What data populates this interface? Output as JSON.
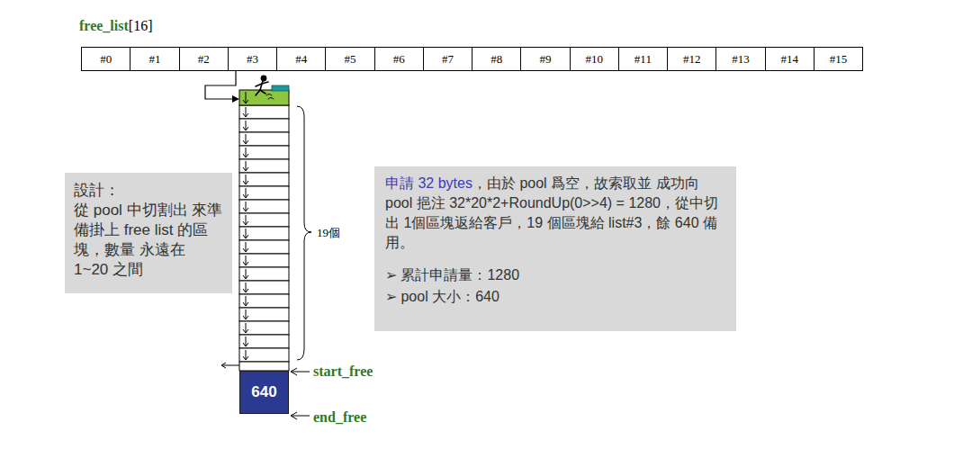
{
  "diagram": {
    "nodes": [
      {
        "text": [
          "#0"
        ]
      },
      {
        "text": [
          "#1"
        ]
      },
      {
        "text": [
          "#2"
        ]
      },
      {
        "text": [
          "#3"
        ]
      },
      {
        "text": [
          "#4"
        ]
      },
      {
        "text": [
          "#5"
        ]
      },
      {
        "text": [
          "#6"
        ]
      },
      {
        "text": [
          "#7"
        ]
      },
      {
        "text": [
          "#8"
        ]
      },
      {
        "text": [
          "#9"
        ]
      },
      {
        "text": [
          "#10"
        ]
      },
      {
        "text": [
          "#11"
        ]
      },
      {
        "text": [
          "#12"
        ]
      },
      {
        "text": [
          "#13"
        ]
      },
      {
        "text": [
          "#14"
        ]
      },
      {
        "text": [
          "#15"
        ]
      },
      {
        "text": [
          "設計：",
          "從 pool 中切割出 來準備掛上 free list 的區塊，數量 永遠在 1~20 之間"
        ]
      },
      {
        "text": [
          "申請 32 bytes",
          "，由於 pool 爲空，故索取並 成功向 pool 挹注 32*20*2+RoundUp(0>>4) = 1280，從中切出 1個區塊返給客戶，19 個區塊給 list#3，餘 640 備用。",
          "➢ 累計申請量：1280",
          "➢ pool 大小：640"
        ]
      },
      {
        "text": [
          "640"
        ]
      }
    ],
    "labels": [
      "free_list",
      "[16]",
      "19個",
      "start_free",
      "end_free"
    ]
  }
}
